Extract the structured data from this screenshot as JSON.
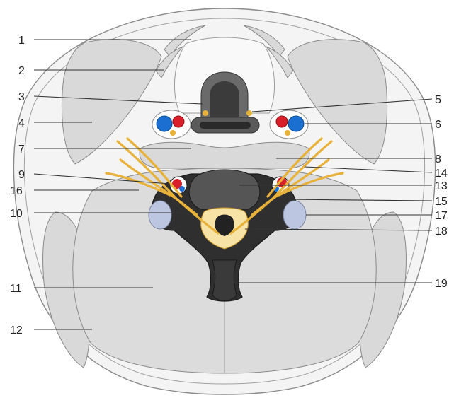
{
  "figure": {
    "labels_left": [
      {
        "id": "1",
        "text": "1"
      },
      {
        "id": "2",
        "text": "2"
      },
      {
        "id": "3",
        "text": "3"
      },
      {
        "id": "4",
        "text": "4"
      },
      {
        "id": "7",
        "text": "7"
      },
      {
        "id": "9",
        "text": "9"
      },
      {
        "id": "16",
        "text": "16"
      },
      {
        "id": "10",
        "text": "10"
      },
      {
        "id": "11",
        "text": "11"
      },
      {
        "id": "12",
        "text": "12"
      }
    ],
    "labels_right": [
      {
        "id": "5",
        "text": "5"
      },
      {
        "id": "6",
        "text": "6"
      },
      {
        "id": "8",
        "text": "8"
      },
      {
        "id": "14",
        "text": "14"
      },
      {
        "id": "13",
        "text": "13"
      },
      {
        "id": "15",
        "text": "15"
      },
      {
        "id": "17",
        "text": "17"
      },
      {
        "id": "18",
        "text": "18"
      },
      {
        "id": "19",
        "text": "19"
      }
    ],
    "colors": {
      "outline": "#8a8a8a",
      "skin": "#f4f4f4",
      "muscle": "#d9d9d9",
      "bone": "#2f2f2f",
      "nerve": "#e8b23a",
      "artery": "#d8202a",
      "vein": "#1a6fd0",
      "fascia": "#bcc6e0"
    }
  }
}
